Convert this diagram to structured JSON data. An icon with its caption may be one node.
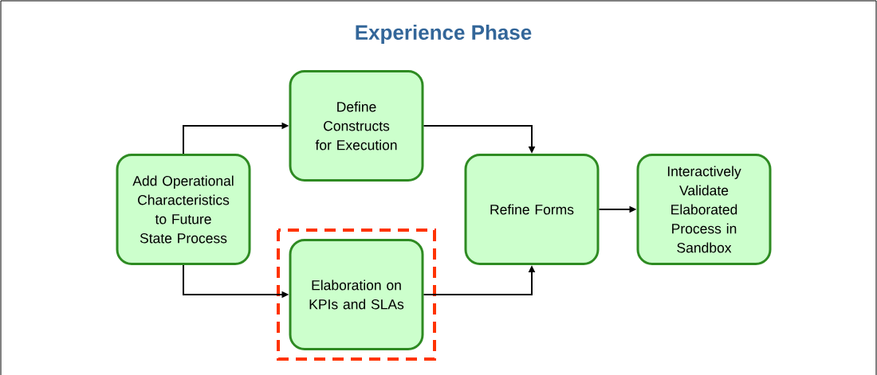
{
  "diagram": {
    "title": "Experience Phase",
    "nodes": [
      {
        "text": [
          "Add Operational Characteristics to Future State Process"
        ]
      },
      {
        "text": [
          "Define Constructs for Execution"
        ]
      },
      {
        "text": [
          "Elaboration on KPIs and SLAs"
        ]
      },
      {
        "text": [
          "Refine Forms"
        ]
      },
      {
        "text": [
          "Interactively Validate Elaborated Process in Sandbox"
        ]
      }
    ],
    "edges": [
      {
        "from": 0,
        "to": 1,
        "arrow": "to"
      },
      {
        "from": 0,
        "to": 2,
        "arrow": "to"
      },
      {
        "from": 1,
        "to": 3,
        "arrow": "to"
      },
      {
        "from": 2,
        "to": 3,
        "arrow": "to"
      },
      {
        "from": 3,
        "to": 4,
        "arrow": "to"
      }
    ]
  }
}
